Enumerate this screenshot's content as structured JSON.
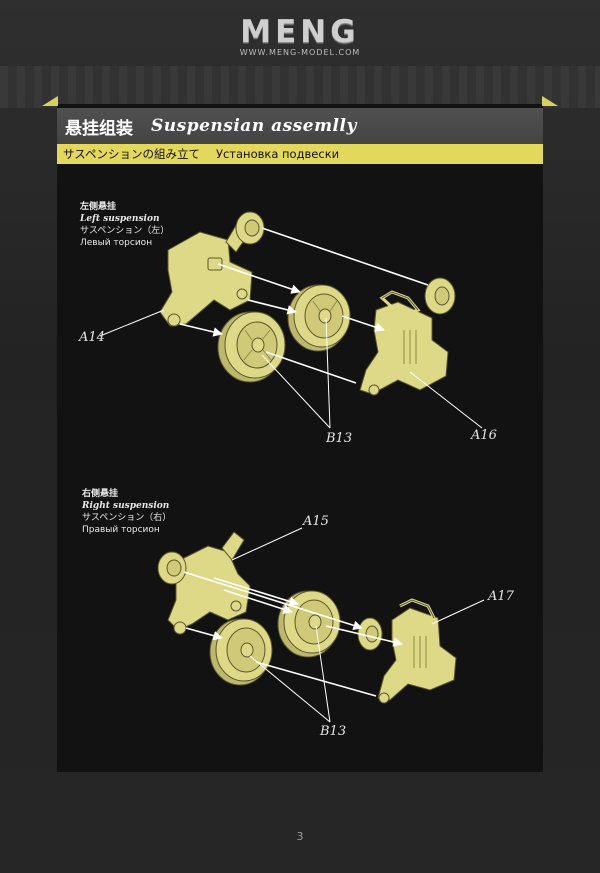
{
  "header": {
    "logo": "MENG",
    "website": "WWW.MENG-MODEL.COM"
  },
  "step": {
    "title_zh": "悬挂组装",
    "title_en": "Suspensian assemlly",
    "subtitle_ja": "サスペンションの組み立て",
    "subtitle_ru": "Установка подвески"
  },
  "left_section": {
    "label_zh": "左侧悬挂",
    "label_en": "Left suspension",
    "label_ja": "サスペンション（左）",
    "label_ru": "Левый торсион",
    "parts": [
      "A14",
      "B13",
      "A16"
    ]
  },
  "right_section": {
    "label_zh": "右侧悬挂",
    "label_en": "Right suspension",
    "label_ja": "サスペンション（右）",
    "label_ru": "Правый торсион",
    "parts": [
      "A15",
      "A17",
      "B13"
    ]
  },
  "footer": {
    "page_number": "3"
  },
  "colors": {
    "part_fill": "#ddd987",
    "part_stroke": "#5a5730",
    "accent_yellow": "#e3d75c",
    "panel_bg": "#121212"
  }
}
